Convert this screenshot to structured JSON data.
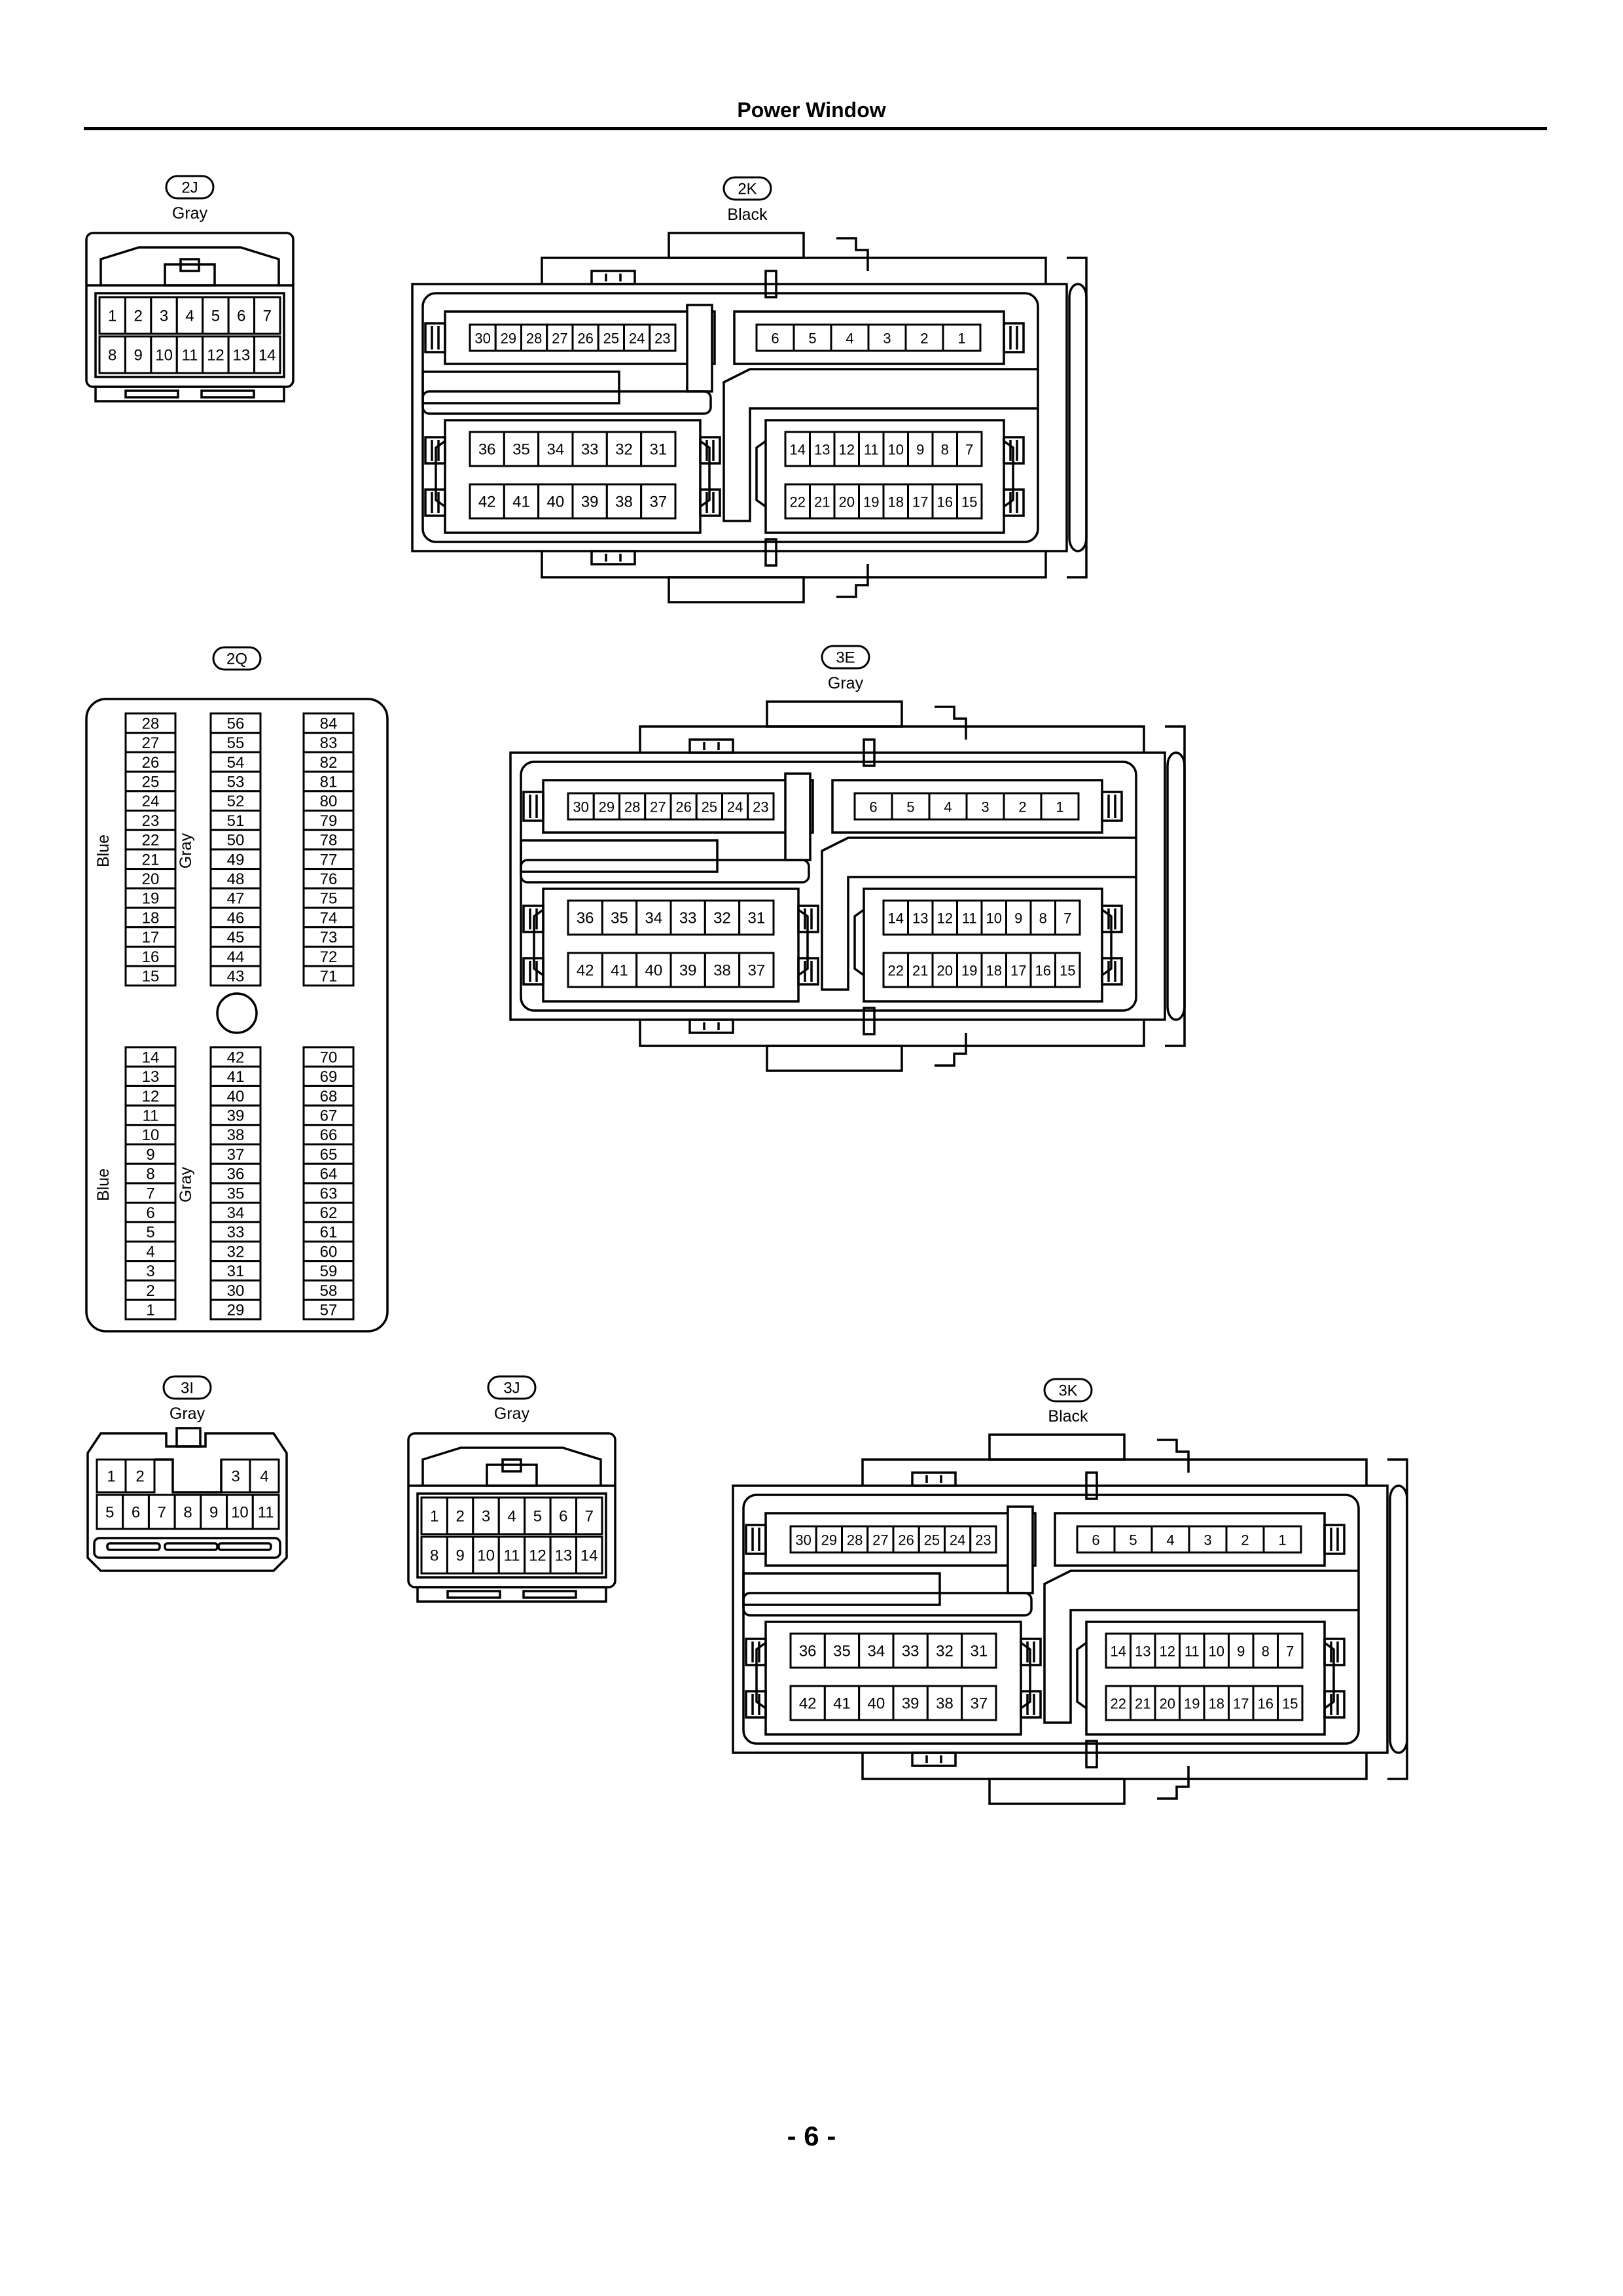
{
  "page": {
    "title": "Power Window",
    "page_number": "- 6 -"
  },
  "connectors": {
    "c2J": {
      "id": "2J",
      "color": "Gray",
      "rows": [
        [
          "1",
          "2",
          "3",
          "4",
          "5",
          "6",
          "7"
        ],
        [
          "8",
          "9",
          "10",
          "11",
          "12",
          "13",
          "14"
        ]
      ]
    },
    "c2K": {
      "id": "2K",
      "color": "Black",
      "blocks": {
        "top_left": [
          "30",
          "29",
          "28",
          "27",
          "26",
          "25",
          "24",
          "23"
        ],
        "top_right": [
          "6",
          "5",
          "4",
          "3",
          "2",
          "1"
        ],
        "mid_left": [
          [
            "36",
            "35",
            "34",
            "33",
            "32",
            "31"
          ],
          [
            "42",
            "41",
            "40",
            "39",
            "38",
            "37"
          ]
        ],
        "mid_right": [
          [
            "14",
            "13",
            "12",
            "11",
            "10",
            "9",
            "8",
            "7"
          ],
          [
            "22",
            "21",
            "20",
            "19",
            "18",
            "17",
            "16",
            "15"
          ]
        ]
      }
    },
    "c2Q": {
      "id": "2Q",
      "group_labels": {
        "blue": "Blue",
        "gray": "Gray"
      },
      "columns": {
        "upper_left": [
          "28",
          "27",
          "26",
          "25",
          "24",
          "23",
          "22",
          "21",
          "20",
          "19",
          "18",
          "17",
          "16",
          "15"
        ],
        "upper_mid": [
          "56",
          "55",
          "54",
          "53",
          "52",
          "51",
          "50",
          "49",
          "48",
          "47",
          "46",
          "45",
          "44",
          "43"
        ],
        "upper_right": [
          "84",
          "83",
          "82",
          "81",
          "80",
          "79",
          "78",
          "77",
          "76",
          "75",
          "74",
          "73",
          "72",
          "71"
        ],
        "lower_left": [
          "14",
          "13",
          "12",
          "11",
          "10",
          "9",
          "8",
          "7",
          "6",
          "5",
          "4",
          "3",
          "2",
          "1"
        ],
        "lower_mid": [
          "42",
          "41",
          "40",
          "39",
          "38",
          "37",
          "36",
          "35",
          "34",
          "33",
          "32",
          "31",
          "30",
          "29"
        ],
        "lower_right": [
          "70",
          "69",
          "68",
          "67",
          "66",
          "65",
          "64",
          "63",
          "62",
          "61",
          "60",
          "59",
          "58",
          "57"
        ]
      }
    },
    "c3E": {
      "id": "3E",
      "color": "Gray",
      "blocks": {
        "top_left": [
          "30",
          "29",
          "28",
          "27",
          "26",
          "25",
          "24",
          "23"
        ],
        "top_right": [
          "6",
          "5",
          "4",
          "3",
          "2",
          "1"
        ],
        "mid_left": [
          [
            "36",
            "35",
            "34",
            "33",
            "32",
            "31"
          ],
          [
            "42",
            "41",
            "40",
            "39",
            "38",
            "37"
          ]
        ],
        "mid_right": [
          [
            "14",
            "13",
            "12",
            "11",
            "10",
            "9",
            "8",
            "7"
          ],
          [
            "22",
            "21",
            "20",
            "19",
            "18",
            "17",
            "16",
            "15"
          ]
        ]
      }
    },
    "c3I": {
      "id": "3I",
      "color": "Gray",
      "rows": [
        [
          "1",
          "2",
          "3",
          "4"
        ],
        [
          "5",
          "6",
          "7",
          "8",
          "9",
          "10",
          "11"
        ]
      ]
    },
    "c3J": {
      "id": "3J",
      "color": "Gray",
      "rows": [
        [
          "1",
          "2",
          "3",
          "4",
          "5",
          "6",
          "7"
        ],
        [
          "8",
          "9",
          "10",
          "11",
          "12",
          "13",
          "14"
        ]
      ]
    },
    "c3K": {
      "id": "3K",
      "color": "Black",
      "blocks": {
        "top_left": [
          "30",
          "29",
          "28",
          "27",
          "26",
          "25",
          "24",
          "23"
        ],
        "top_right": [
          "6",
          "5",
          "4",
          "3",
          "2",
          "1"
        ],
        "mid_left": [
          [
            "36",
            "35",
            "34",
            "33",
            "32",
            "31"
          ],
          [
            "42",
            "41",
            "40",
            "39",
            "38",
            "37"
          ]
        ],
        "mid_right": [
          [
            "14",
            "13",
            "12",
            "11",
            "10",
            "9",
            "8",
            "7"
          ],
          [
            "22",
            "21",
            "20",
            "19",
            "18",
            "17",
            "16",
            "15"
          ]
        ]
      }
    }
  }
}
